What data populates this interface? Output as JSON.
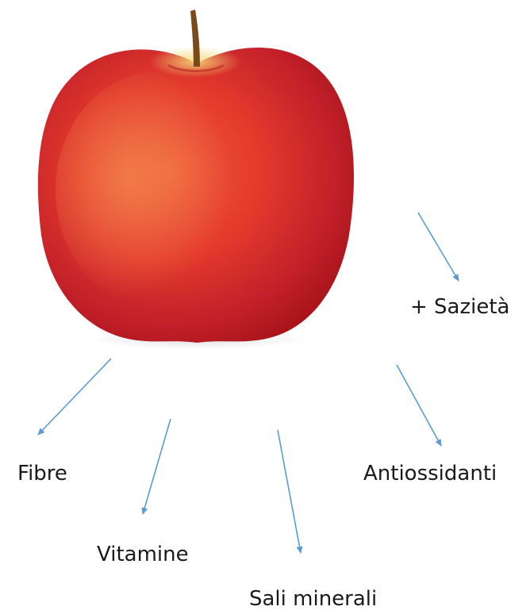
{
  "diagram": {
    "colors": {
      "arrow": "#5b9bd5",
      "text": "#1a1a1a",
      "apple_light": "#f6d87a",
      "apple_mid": "#e3392c",
      "apple_dark": "#a9141a",
      "stem": "#7a4a1c"
    },
    "image": {
      "subject": "red-apple"
    },
    "labels": {
      "sazieta": "+ Sazietà",
      "fibre": "Fibre",
      "antiossidanti": "Antiossidanti",
      "vitamine": "Vitamine",
      "sali_minerali": "Sali minerali"
    }
  }
}
